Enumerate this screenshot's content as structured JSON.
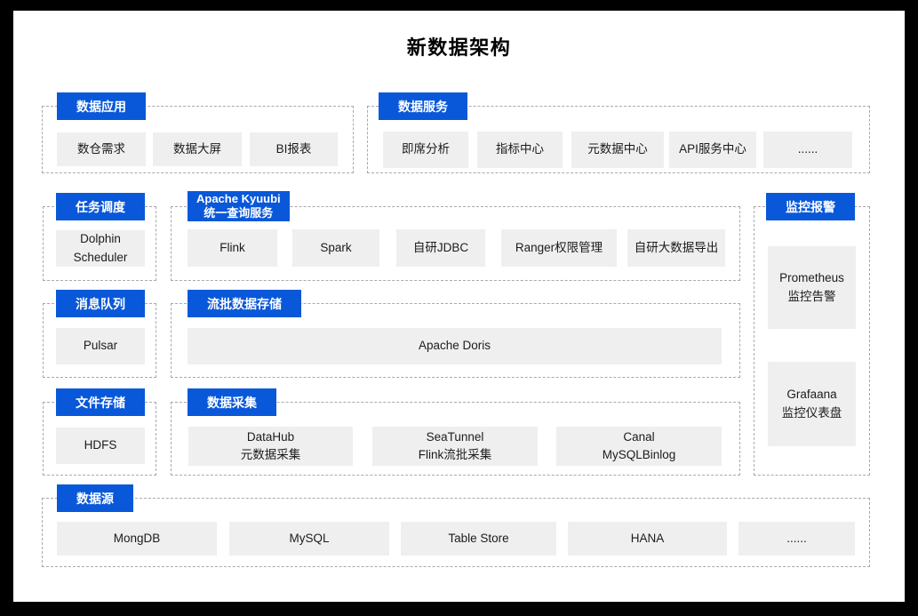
{
  "page": {
    "title": "新数据架构"
  },
  "colors": {
    "accent_blue": "#0958d9",
    "item_bg": "#efefef",
    "dash_border": "#a9a9a9",
    "canvas_bg": "#ffffff",
    "frame_bg": "#000000",
    "item_text": "#1c1c1c"
  },
  "sections": {
    "data_application": {
      "label": "数据应用",
      "items": [
        "数仓需求",
        "数据大屏",
        "BI报表"
      ]
    },
    "data_service": {
      "label": "数据服务",
      "items": [
        "即席分析",
        "指标中心",
        "元数据中心",
        "API服务中心",
        "......"
      ]
    },
    "task_scheduling": {
      "label": "任务调度",
      "items": [
        "Dolphin\nScheduler"
      ]
    },
    "kyuubi_query": {
      "label": "Apache Kyuubi\n统一查询服务",
      "items": [
        "Flink",
        "Spark",
        "自研JDBC",
        "Ranger权限管理",
        "自研大数据导出"
      ]
    },
    "monitoring_alert": {
      "label": "监控报警",
      "items": [
        "Prometheus\n监控告警",
        "Grafaana\n监控仪表盘"
      ]
    },
    "message_queue": {
      "label": "消息队列",
      "items": [
        "Pulsar"
      ]
    },
    "stream_batch_storage": {
      "label": "流批数据存储",
      "items": [
        "Apache Doris"
      ]
    },
    "file_storage": {
      "label": "文件存储",
      "items": [
        "HDFS"
      ]
    },
    "data_collection": {
      "label": "数据采集",
      "items": [
        "DataHub\n元数据采集",
        "SeaTunnel\nFlink流批采集",
        "Canal\nMySQLBinlog"
      ]
    },
    "data_source": {
      "label": "数据源",
      "items": [
        "MongDB",
        "MySQL",
        "Table Store",
        "HANA",
        "......"
      ]
    }
  }
}
